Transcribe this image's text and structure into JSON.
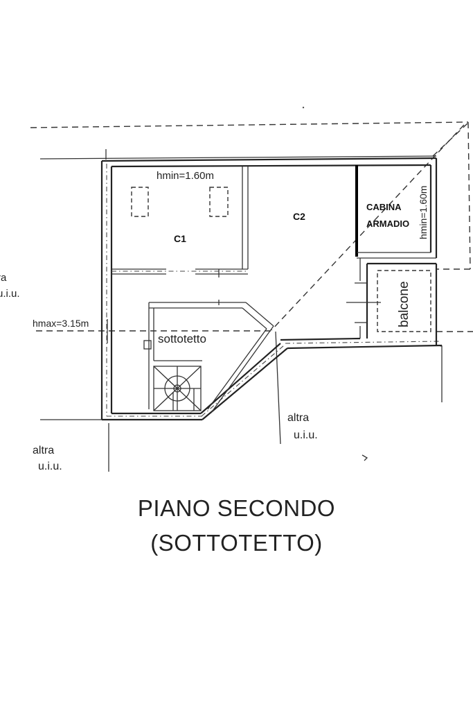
{
  "labels": {
    "hmin_c1": "hmin=1.60m",
    "room_c1": "C1",
    "room_c2": "C2",
    "cabina_line1": "CABINA",
    "cabina_line2": "ARMADIO",
    "hmin_cabina": "hmin=1.60m",
    "balcone": "balcone",
    "hmax": "hmax=3.15m",
    "sottotetto": "sottotetto",
    "altra_left_line1": "ra",
    "altra_left_line2": "u.i.u.",
    "altra_right_line1": "altra",
    "altra_right_line2": "u.i.u.",
    "altra_bottom_line1": "altra",
    "altra_bottom_line2": "u.i.u."
  },
  "title": {
    "main": "PIANO SECONDO",
    "sub": "(SOTTOTETTO)"
  }
}
